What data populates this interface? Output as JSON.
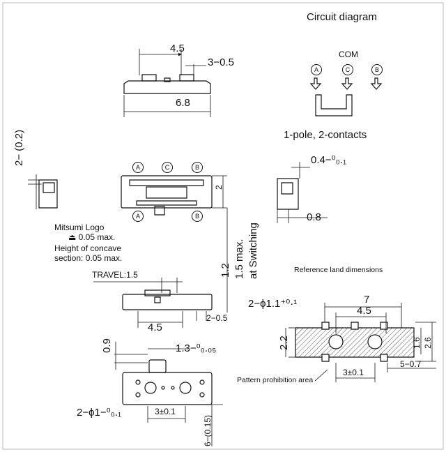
{
  "circuit": {
    "title": "Circuit diagram",
    "com_label": "COM",
    "terminals": [
      "A",
      "C",
      "B"
    ],
    "caption": "1-pole, 2-contacts"
  },
  "top_view": {
    "dim_pitch": "4.5",
    "dim_terminal": "3−0.5",
    "dim_width": "6.8"
  },
  "side_left": {
    "dim": "2− (0.2)"
  },
  "front_view": {
    "terminal_tags_top": [
      "A",
      "C",
      "B"
    ],
    "terminal_tags_bottom": [
      "A",
      "B"
    ],
    "dim_height": "2",
    "logo_note_1": "Mitsumi Logo",
    "logo_note_2": "⏏ 0.05 max.",
    "concave_note_1": "Height of concave",
    "concave_note_2": "section: 0.05 max."
  },
  "side_right": {
    "dim_top": "0.4−⁰₀.₁",
    "dim_bottom": "0.8"
  },
  "switching": {
    "dim_1_2": "1.2",
    "dim_max_1": "1.5 max.",
    "dim_max_2": "at Switching"
  },
  "travel_view": {
    "travel": "TRAVEL:1.5",
    "dim_pitch": "4.5",
    "dim_terminal": "2−0.5"
  },
  "bottom_view": {
    "dim_09": "0.9",
    "dim_13": "1.3−⁰₀.₀₅",
    "dim_hole": "2−ϕ1−⁰₀.₁",
    "dim_3": "3±0.1",
    "dim_015": "6−(0.15)"
  },
  "land": {
    "title": "Reference land dimensions",
    "dim_hole": "2−ϕ1.1⁺⁰·¹",
    "dim_7": "7",
    "dim_45": "4.5",
    "dim_22": "2.2",
    "dim_16": "1.6",
    "dim_26": "2.6",
    "dim_3": "3±0.1",
    "dim_pad": "5−0.7",
    "pattern_note": "Pattern prohibition area"
  },
  "colors": {
    "line": "#111111",
    "hatch": "#555555",
    "border": "#bbbbbb"
  }
}
